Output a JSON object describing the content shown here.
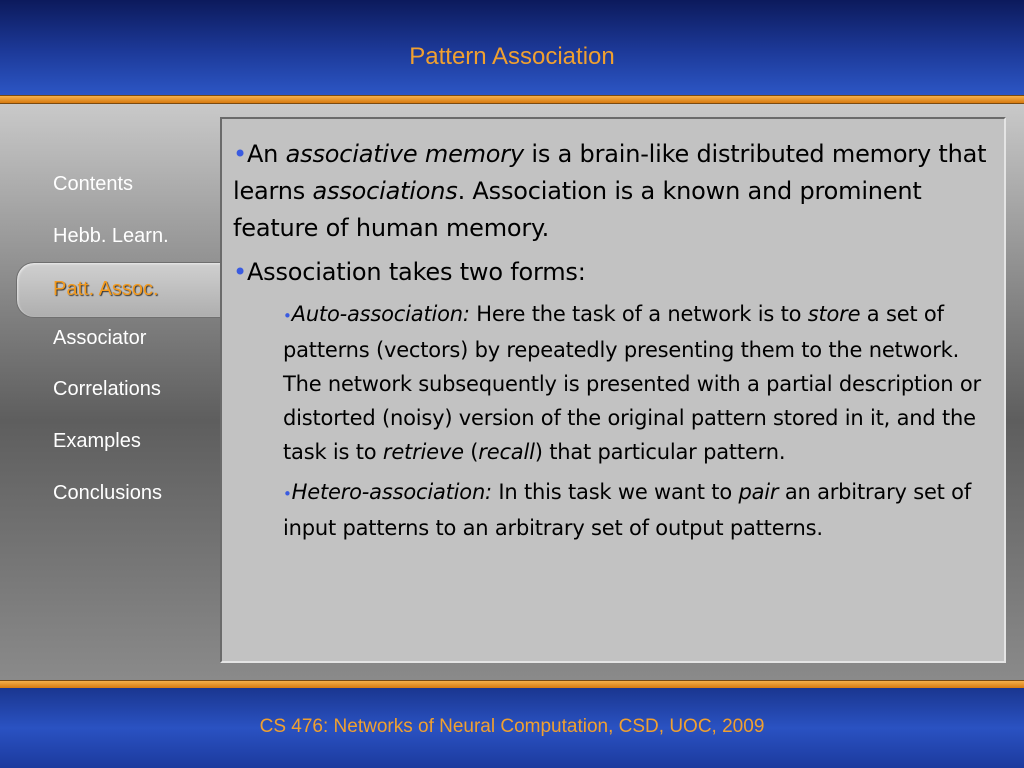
{
  "header": {
    "title": "Pattern Association"
  },
  "nav": {
    "items": [
      {
        "label": "Contents",
        "active": false
      },
      {
        "label": "Hebb. Learn.",
        "active": false
      },
      {
        "label": "Patt. Assoc.",
        "active": true
      },
      {
        "label": "Associator",
        "active": false
      },
      {
        "label": "Correlations",
        "active": false
      },
      {
        "label": "Examples",
        "active": false
      },
      {
        "label": "Conclusions",
        "active": false
      }
    ]
  },
  "content": {
    "bullet1": {
      "pre": "An ",
      "em1": "associative memory",
      "mid1": " is a brain-like distributed memory that learns ",
      "em2": "associations",
      "post": ". Association is a known and prominent feature of human memory."
    },
    "bullet2": "Association takes two forms:",
    "sub1": {
      "term": "Auto-association:",
      "t1": " Here the task of a network is to ",
      "em1": "store",
      "t2": " a set of patterns (vectors) by repeatedly presenting them to the network. The network subsequently is presented with a partial description or distorted (noisy) version of the original pattern stored in it, and the task is to ",
      "em2": "retrieve",
      "t3": " (",
      "em3": "recall",
      "t4": ") that particular pattern."
    },
    "sub2": {
      "term": "Hetero-association:",
      "t1": " In this task we want to ",
      "em1": "pair",
      "t2": " an arbitrary set of input patterns to an arbitrary set of output patterns."
    }
  },
  "footer": {
    "text": "CS 476: Networks of Neural Computation, CSD, UOC, 2009"
  },
  "colors": {
    "accent": "#f0a030",
    "header_blue": "#1d3a9a",
    "bullet": "#3a5be0"
  }
}
